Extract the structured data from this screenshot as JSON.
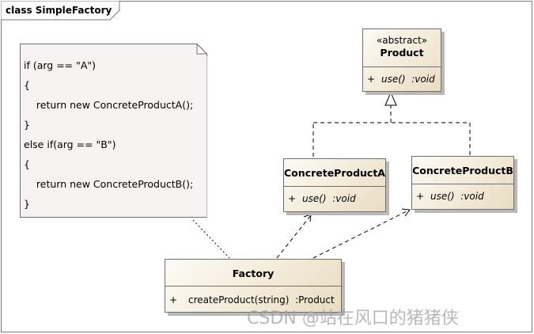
{
  "frame": {
    "title": "class SimpleFactory"
  },
  "note": {
    "lines": [
      "if (arg == \"A\")",
      "{",
      "    return new ConcreteProductA();",
      "}",
      "else if(arg == \"B\")",
      "{",
      "    return new ConcreteProductB();",
      "}"
    ]
  },
  "classes": {
    "product": {
      "stereotype": "«abstract»",
      "name": "Product",
      "op_visibility": "+",
      "op_name": "use()",
      "op_type": ":void"
    },
    "concrete_a": {
      "name": "ConcreteProductA",
      "op_visibility": "+",
      "op_name": "use()",
      "op_type": ":void"
    },
    "concrete_b": {
      "name": "ConcreteProductB",
      "op_visibility": "+",
      "op_name": "use()",
      "op_type": ":void"
    },
    "factory": {
      "name": "Factory",
      "op_visibility": "+",
      "op_name": "createProduct(string)",
      "op_type": ":Product"
    }
  },
  "watermark": "CSDN @站在风口的猪猪侠",
  "colors": {
    "box_fill": "#f3ead8",
    "border": "#6f6f6f",
    "note_fill": "#f7f3f3"
  }
}
